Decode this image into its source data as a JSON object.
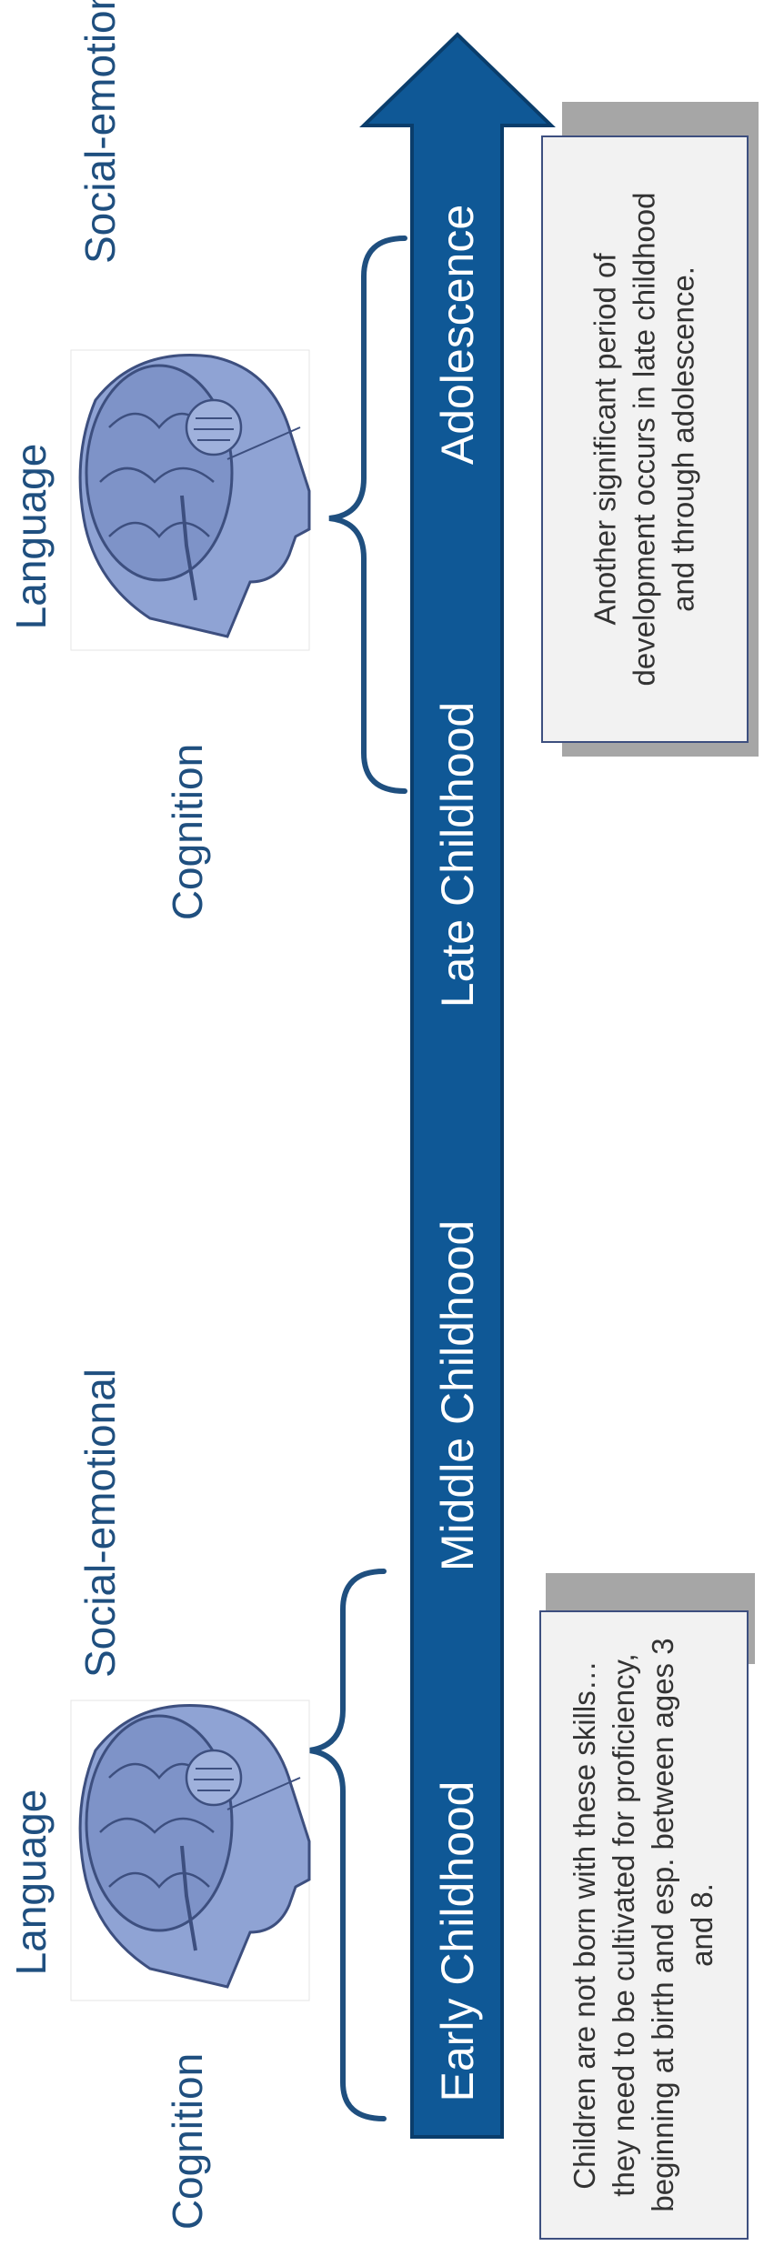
{
  "labels": {
    "language": "Language",
    "social_emotional": "Social-emotional",
    "cognition": "Cognition"
  },
  "stages": [
    "Early Childhood",
    "Middle Childhood",
    "Late Childhood",
    "Adolescence"
  ],
  "notes": {
    "early": "Children are not born with these skills…they need to be cultivated for proficiency, beginning at birth and esp. between ages 3 and 8.",
    "late": "Another significant period of development occurs in late childhood and through adolescence."
  },
  "colors": {
    "arrow": "#0f5896",
    "arrow_border": "#0a3d6b",
    "brace": "#1f4f7f",
    "label_text": "#1f4f7f",
    "head_fill": "#8fa3d4",
    "head_stroke": "#3d4f7f",
    "note_fill": "#f2f2f2",
    "note_border": "#3d4f7f",
    "shadow": "#a6a6a6"
  }
}
